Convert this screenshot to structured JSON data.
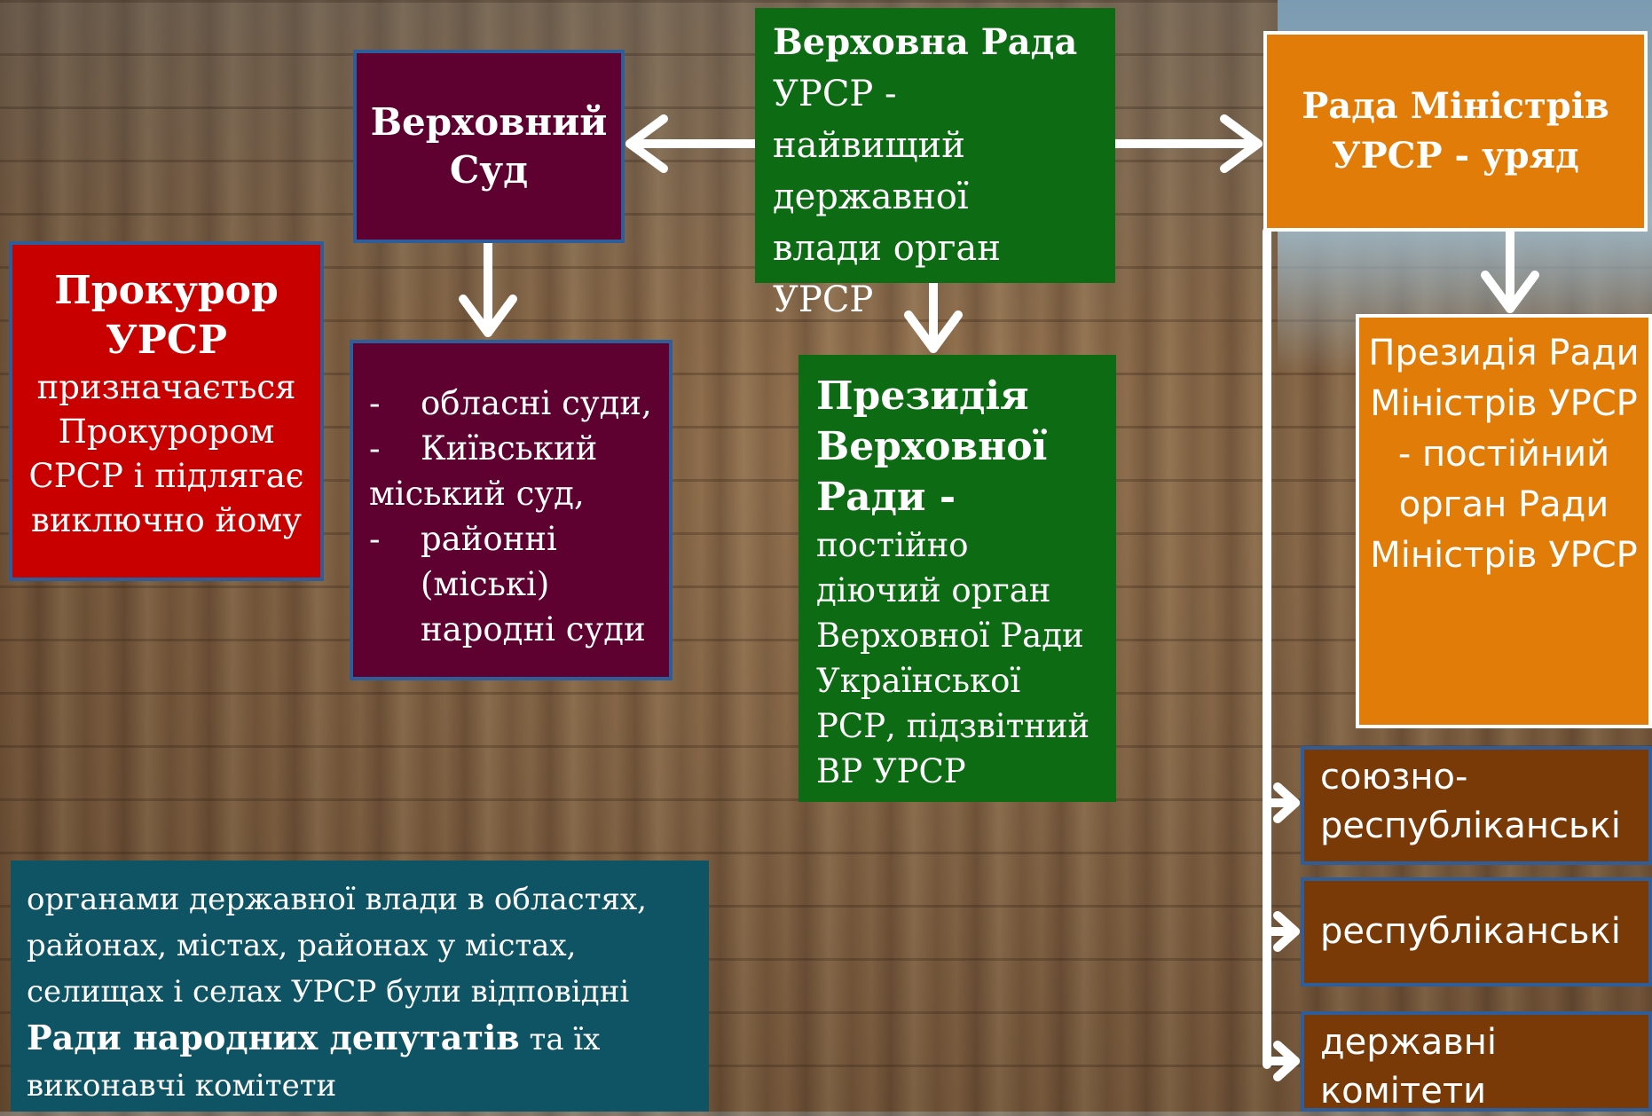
{
  "supreme_court": {
    "title": "Верховний Суд"
  },
  "verkhovna_rada": {
    "title": "Верховна Рада",
    "line1": "УРСР -",
    "line2": "найвищий",
    "line3": "державної",
    "line4": "влади орган УРСР"
  },
  "council_ministers": {
    "title": "Рада Міністрів УРСР - уряд"
  },
  "prosecutor": {
    "title": "Прокурор УРСР",
    "text": "призначається Прокурором СРСР і підлягає виключно йому"
  },
  "courts": {
    "items": [
      "обласні суди,",
      "Київський",
      "міський суд,",
      "районні",
      "(міські)",
      "народні суди"
    ]
  },
  "presidium_vr": {
    "title": "Президія Верховної Ради",
    "dash": " -",
    "text": "постійно діючий орган Верховної Ради Української РСР, підзвітний ВР УРСР"
  },
  "presidium_cm": {
    "text": "Президія Ради Міністрів УРСР - постійний орган Ради Міністрів УРСР"
  },
  "ministries": {
    "union": "союзно-республіканські",
    "republic": "республіканські",
    "committees": "державні комітети"
  },
  "local_councils": {
    "text1": "органами державної влади в областях, районах, містах, районах у містах, селищах і селах УРСР були відповідні ",
    "text2": "Р",
    "strong": "ади народних депутатів",
    "text3": "  та їх виконавчі комітети"
  },
  "colors": {
    "maroon": "#5e0030",
    "green": "#0c6b13",
    "orange": "#e17c08",
    "red": "#c80000",
    "brown": "#7a3a08",
    "teal": "#0f5464"
  }
}
